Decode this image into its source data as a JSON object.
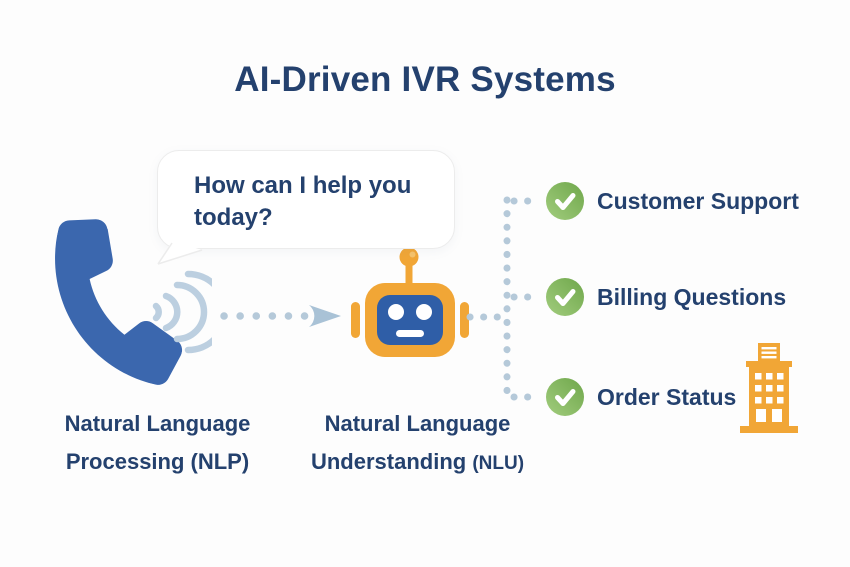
{
  "title": "AI-Driven IVR Systems",
  "speech_bubble": {
    "text": "How can I help you today?"
  },
  "flow": {
    "nlp_label_line1": "Natural Language",
    "nlp_label_line2": "Processing (NLP)",
    "nlu_label_line1": "Natural Language",
    "nlu_label_line2": "Understanding ",
    "nlu_label_abbr": "(NLU)"
  },
  "intents": [
    {
      "label": "Customer Support"
    },
    {
      "label": "Billing Questions"
    },
    {
      "label": "Order Status"
    }
  ],
  "icons": {
    "phone": "phone-handset-icon",
    "waves": "sound-waves-icon",
    "arrow": "dotted-arrow-icon",
    "robot": "robot-icon",
    "check": "check-icon",
    "building": "office-building-icon"
  },
  "colors": {
    "navy": "#24416e",
    "phone-blue": "#3b67ae",
    "wave-blue": "#bccfe0",
    "dot-blue": "#b5c9d9",
    "orange": "#f1a636",
    "face-blue": "#2f5ea7",
    "green-dark": "#6fa74b",
    "green-light": "#9ac776",
    "background": "#fdfdfd",
    "bubble-border": "#ececec"
  }
}
